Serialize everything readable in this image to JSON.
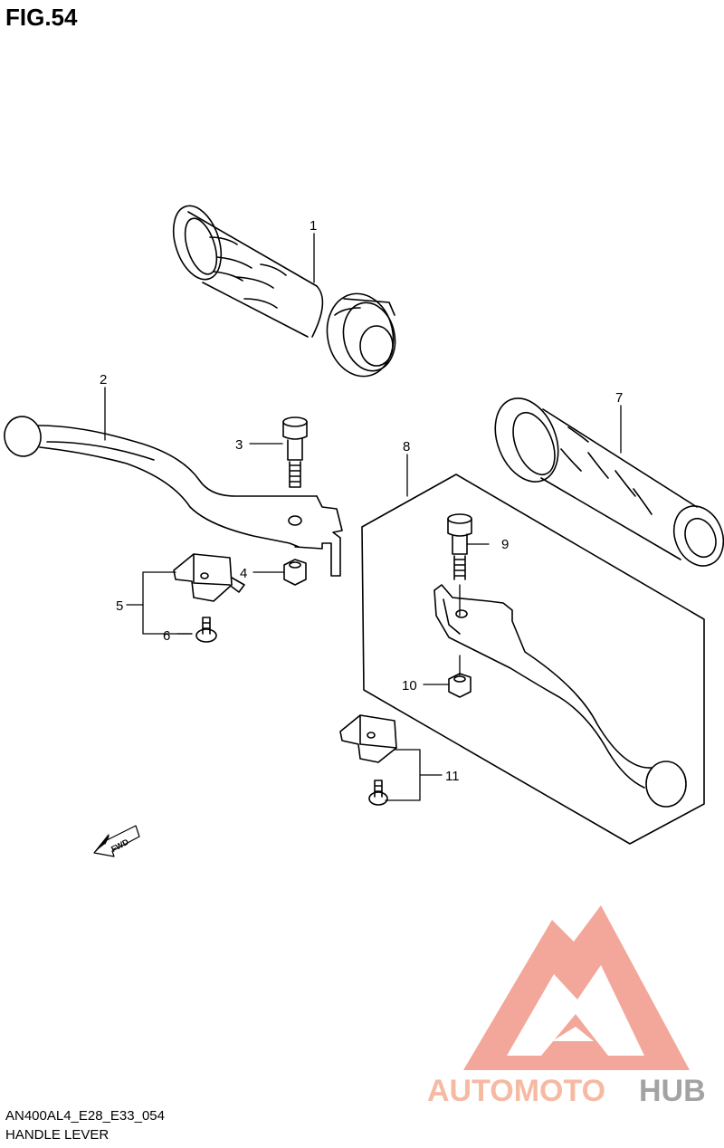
{
  "header": {
    "figure_title": "FIG.54"
  },
  "footer": {
    "diagram_code": "AN400AL4_E28_E33_054",
    "diagram_name": "HANDLE LEVER"
  },
  "callouts": [
    {
      "num": "1"
    },
    {
      "num": "2"
    },
    {
      "num": "3"
    },
    {
      "num": "4"
    },
    {
      "num": "5"
    },
    {
      "num": "6"
    },
    {
      "num": "7"
    },
    {
      "num": "8"
    },
    {
      "num": "9"
    },
    {
      "num": "10"
    },
    {
      "num": "11"
    }
  ],
  "direction_arrow": {
    "label": "FWD"
  },
  "watermark": {
    "brand_left": "AUTOMOTO",
    "brand_right": "HUB",
    "color_left": "#f6b39a",
    "color_right": "#9a9a9a",
    "logo_color": "#f08a7a"
  }
}
